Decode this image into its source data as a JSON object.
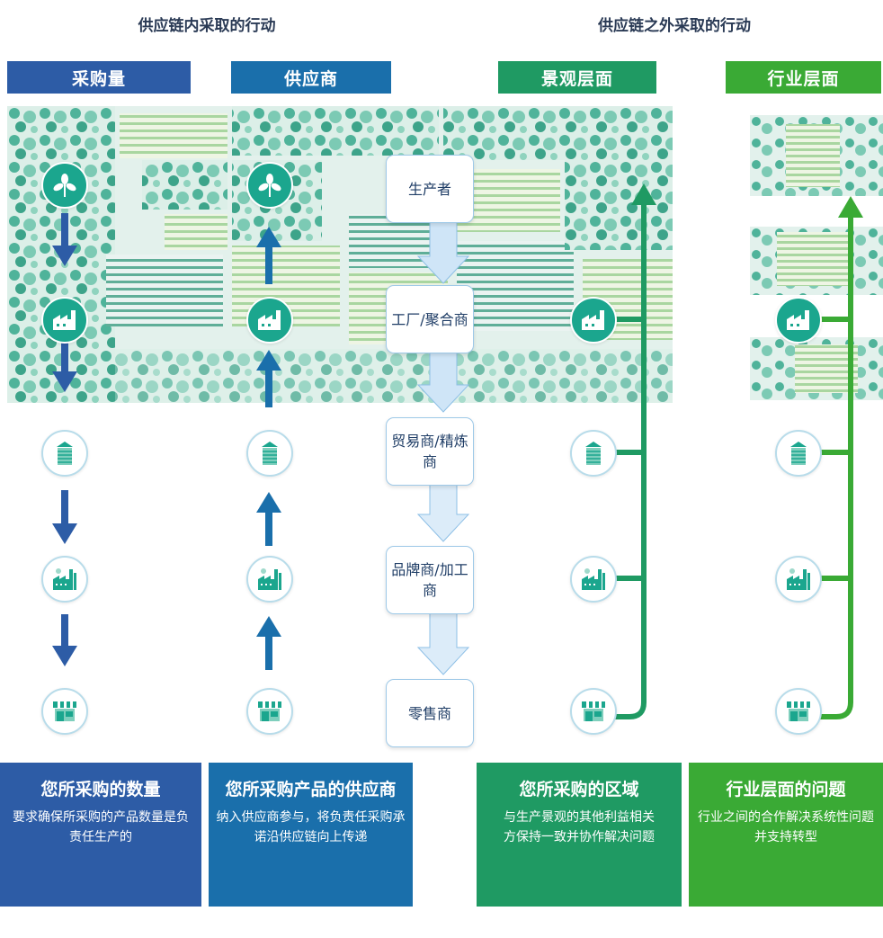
{
  "section_titles": {
    "within": "供应链内采取的行动",
    "beyond": "供应链之外采取的行动"
  },
  "headers": [
    {
      "label": "采购量",
      "color": "#2d5ca6"
    },
    {
      "label": "供应商",
      "color": "#1a6fab"
    },
    {
      "label": "景观层面",
      "color": "#1f9a63"
    },
    {
      "label": "行业层面",
      "color": "#3aaa35"
    }
  ],
  "stages": [
    "生产者",
    "工厂/聚合商",
    "贸易商/精炼商",
    "品牌商/加工商",
    "零售商"
  ],
  "bottom_boxes": [
    {
      "title": "您所采购的数量",
      "desc": "要求确保所采购的产品数量是负责任生产的",
      "color": "#2d5ca6"
    },
    {
      "title": "您所采购产品的供应商",
      "desc": "纳入供应商参与，将负责任采购承诺沿供应链向上传递",
      "color": "#1a6fab"
    },
    {
      "title": "您所采购的区域",
      "desc": "与生产景观的其他利益相关方保持一致并协作解决问题",
      "color": "#1f9a63"
    },
    {
      "title": "行业层面的问题",
      "desc": "行业之间的合作解决系统性问题并支持转型",
      "color": "#3aaa35"
    }
  ],
  "icons": [
    "plant-icon",
    "factory-icon",
    "silo-icon",
    "plant-factory-icon",
    "store-icon"
  ],
  "colors": {
    "arrow_blue": "#2d5ca6",
    "arrow_teal": "#1a6fab",
    "line_green": "#1f9a63",
    "line_lightgreen": "#3aaa35",
    "icon_teal": "#1ba68e"
  }
}
